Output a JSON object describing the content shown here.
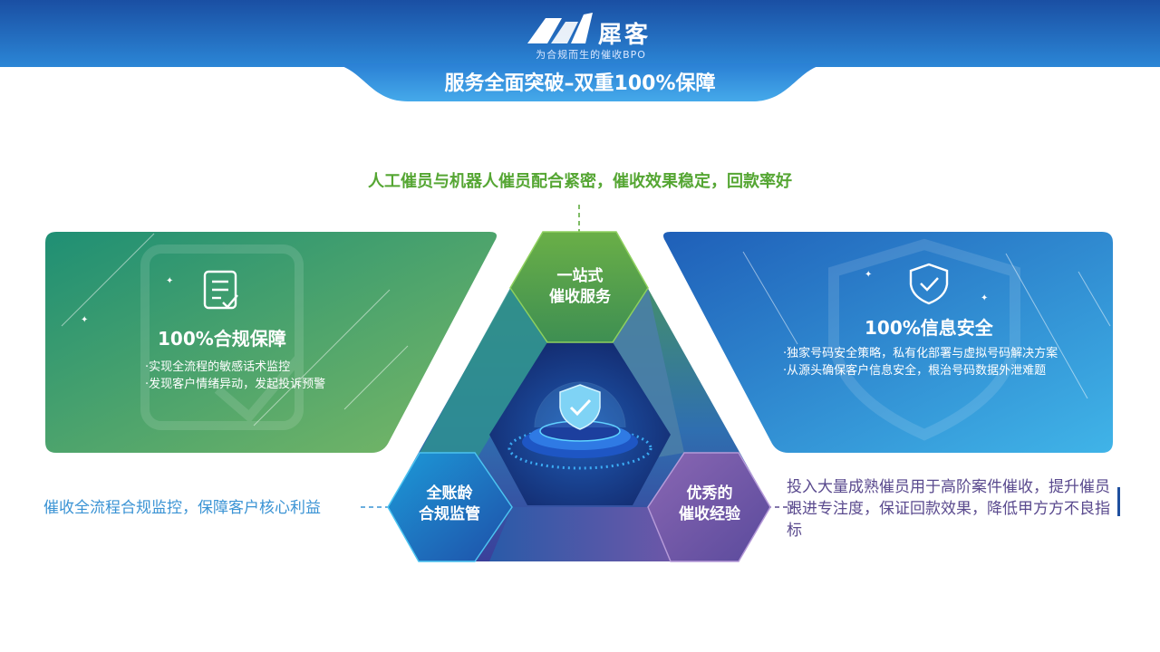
{
  "header": {
    "brand_name": "犀客",
    "slogan": "为合规而生的催收BPO",
    "title": "服务全面突破–双重100%保障"
  },
  "top_note": "人工催员与机器人催员配合紧密，催收效果稳定，回款率好",
  "left_card": {
    "title": "100%合规保障",
    "bullets": [
      "·实现全流程的敏感话术监控",
      "·发现客户情绪异动，发起投诉预警"
    ],
    "icon": "document-check-icon"
  },
  "right_card": {
    "title": "100%信息安全",
    "bullets": [
      "·独家号码安全策略，私有化部署与虚拟号码解决方案",
      "·从源头确保客户信息安全，根治号码数据外泄难题"
    ],
    "icon": "shield-check-icon"
  },
  "triangle": {
    "top_label": [
      "一站式",
      "催收服务"
    ],
    "left_label": [
      "全账龄",
      "合规监管"
    ],
    "right_label": [
      "优秀的",
      "催收经验"
    ],
    "center_icon": "shield-check-icon"
  },
  "left_note": "催收全流程合规监控，保障客户核心利益",
  "right_note": "投入大量成熟催员用于高阶案件催收，提升催员跟进专注度，保证回款效果，降低甲方方不良指标",
  "colors": {
    "header_blue": "#1c63b5",
    "green_accent": "#55a633",
    "blue_accent": "#3a93d4",
    "purple_accent": "#5a4a8e"
  }
}
